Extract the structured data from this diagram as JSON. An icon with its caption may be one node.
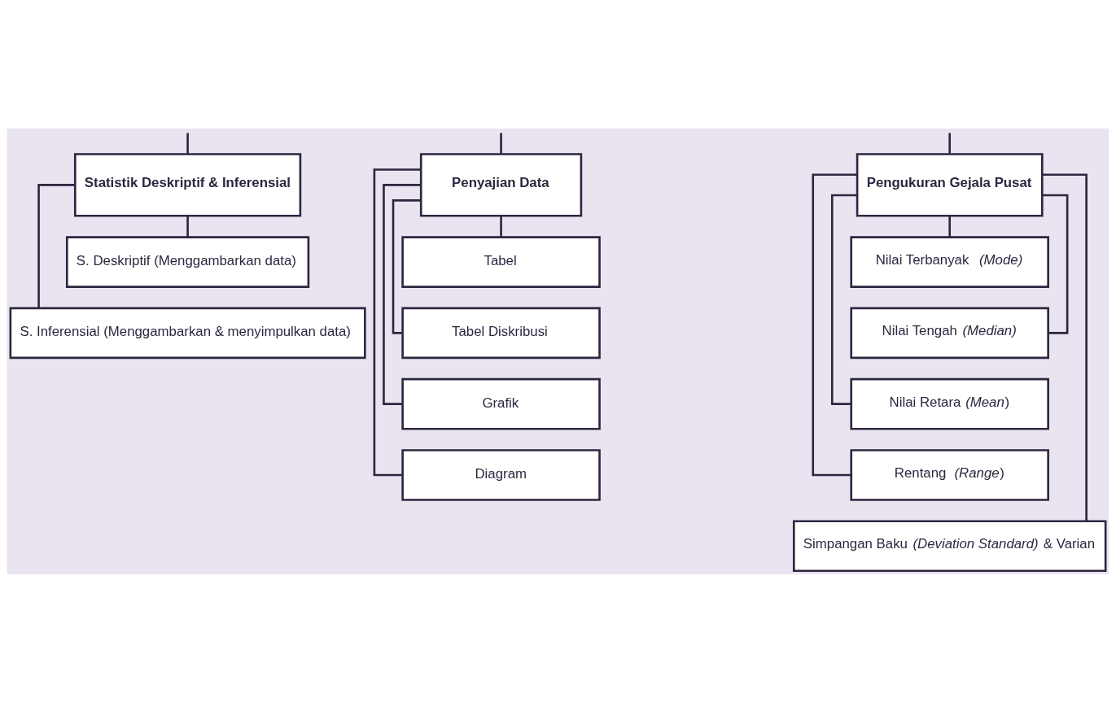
{
  "diagram": {
    "nodes": [
      {
        "text": [
          "Statistik Deskriptif & Inferensial"
        ]
      },
      {
        "text": [
          "S. Deskriptif (Menggambarkan data)"
        ]
      },
      {
        "text": [
          "S. Inferensial (Menggambarkan & menyimpulkan data)"
        ]
      },
      {
        "text": [
          "Penyajian Data"
        ]
      },
      {
        "text": [
          "Tabel"
        ]
      },
      {
        "text": [
          "Tabel Diskribusi"
        ]
      },
      {
        "text": [
          "Grafik"
        ]
      },
      {
        "text": [
          "Diagram"
        ]
      },
      {
        "text": [
          "Pengukuran Gejala Pusat"
        ]
      },
      {
        "text": [
          "Nilai Terbanyak  *(Mode)*"
        ]
      },
      {
        "text": [
          "Nilai Tengah *(Median)*"
        ]
      },
      {
        "text": [
          "Nilai Retara *(Mean*)"
        ]
      },
      {
        "text": [
          "Rentang  *(Range*)"
        ]
      },
      {
        "text": [
          "Simpangan Baku *(Deviation Standard)* & Varian"
        ]
      }
    ],
    "edges": [
      {
        "from": null,
        "to": 0,
        "arrow": "none"
      },
      {
        "from": null,
        "to": 3,
        "arrow": "none"
      },
      {
        "from": null,
        "to": 8,
        "arrow": "none"
      },
      {
        "from": 0,
        "to": 1,
        "arrow": "none"
      },
      {
        "from": 0,
        "to": 2,
        "arrow": "none"
      },
      {
        "from": 3,
        "to": 4,
        "arrow": "none"
      },
      {
        "from": 3,
        "to": 5,
        "arrow": "none"
      },
      {
        "from": 3,
        "to": 6,
        "arrow": "none"
      },
      {
        "from": 3,
        "to": 7,
        "arrow": "none"
      },
      {
        "from": 8,
        "to": 9,
        "arrow": "none"
      },
      {
        "from": 8,
        "to": 10,
        "arrow": "none"
      },
      {
        "from": 8,
        "to": 11,
        "arrow": "none"
      },
      {
        "from": 8,
        "to": 12,
        "arrow": "none"
      },
      {
        "from": 8,
        "to": 13,
        "arrow": "none"
      }
    ]
  }
}
